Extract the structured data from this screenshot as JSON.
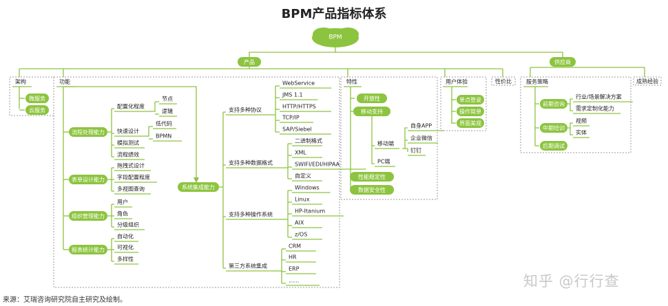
{
  "title": "BPM产品指标体系",
  "caption": "来源：艾瑞咨询研究院自主研究及绘制。",
  "watermark": "知乎 @行行查",
  "colors": {
    "green": "#8cc43f",
    "greenDark": "#6ea62b",
    "line": "#8cc43f",
    "text": "#222222",
    "dash": "#9a9a9a"
  },
  "root": "BPM",
  "level1": {
    "product": "产品",
    "supplier": "供应商"
  },
  "architecture": {
    "label": "架构",
    "items": [
      "微服务",
      "云服务"
    ]
  },
  "functions": {
    "label": "功能",
    "groups": [
      {
        "label": "流程处理能力",
        "items": [
          {
            "label": "配置化程度",
            "sub": [
              "节点",
              "逻辑"
            ]
          },
          {
            "label": "快速设计",
            "sub": [
              "低代码",
              "BPMN"
            ]
          },
          {
            "label": "模拟测试"
          },
          {
            "label": "流程绩效"
          }
        ]
      },
      {
        "label": "表单设计能力",
        "items": [
          {
            "label": "拖拽式设计"
          },
          {
            "label": "字段配置程度"
          },
          {
            "label": "多视图查询"
          }
        ]
      },
      {
        "label": "组织管理能力",
        "items": [
          {
            "label": "用户"
          },
          {
            "label": "角色"
          },
          {
            "label": "分级组织"
          }
        ]
      },
      {
        "label": "报表统计能力",
        "items": [
          {
            "label": "自动化"
          },
          {
            "label": "可视化"
          },
          {
            "label": "多样性"
          }
        ]
      }
    ]
  },
  "integration": {
    "label": "系统集成能力",
    "groups": [
      {
        "label": "支持多种协议",
        "items": [
          "WebService",
          "JMS 1.1",
          "HTTP/HTTPS",
          "TCP/IP",
          "SAP/Siebel"
        ]
      },
      {
        "label": "支持多种数据格式",
        "items": [
          "二进制格式",
          "XML",
          "SWIFI/EDI/HIPAA",
          "自定义"
        ]
      },
      {
        "label": "支持多种操作系统",
        "items": [
          "Windows",
          "Linux",
          "HP-Itanium",
          "AIX",
          "z/OS"
        ]
      },
      {
        "label": "第三方系统集成",
        "items": [
          "CRM",
          "HR",
          "ERP",
          "......"
        ]
      }
    ]
  },
  "features": {
    "label": "特性",
    "open": "开放性",
    "mobile": "移动支持",
    "mobileEnd": "移动端",
    "mobileItems": [
      "自身APP",
      "企业微信",
      "钉钉"
    ],
    "pc": "PC端",
    "perf": "性能稳定性",
    "security": "数据安全性"
  },
  "ux": {
    "label": "用户体验",
    "items": [
      "单点登录",
      "操作简单",
      "界面美观"
    ]
  },
  "costPerf": "性价比",
  "service": {
    "label": "服务策略",
    "groups": [
      {
        "label": "前期咨询",
        "items": [
          "行业/场景解决方案",
          "需求定制化能力"
        ]
      },
      {
        "label": "中期培训",
        "items": [
          "视频",
          "实体"
        ]
      },
      {
        "label": "后期调试",
        "items": []
      }
    ]
  },
  "caseExp": "成熟经验"
}
